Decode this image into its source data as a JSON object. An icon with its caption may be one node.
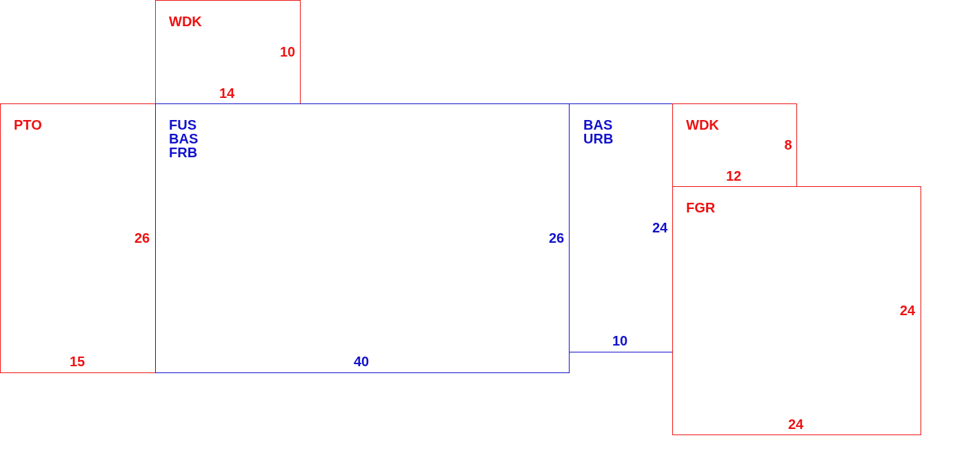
{
  "diagram": {
    "nodes": [
      {
        "text": [
          "WDK",
          "10",
          "14"
        ]
      },
      {
        "text": [
          "PTO",
          "26",
          "15"
        ]
      },
      {
        "text": [
          "FUS",
          "BAS",
          "FRB",
          "26",
          "40"
        ]
      },
      {
        "text": [
          "BAS",
          "URB",
          "24",
          "10"
        ]
      },
      {
        "text": [
          "WDK",
          "8",
          "12"
        ]
      },
      {
        "text": [
          "FGR",
          "24",
          "24"
        ]
      }
    ]
  }
}
